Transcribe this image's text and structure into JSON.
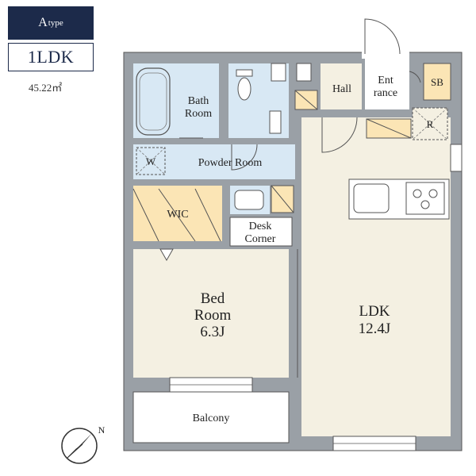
{
  "header": {
    "type_letter": "A",
    "type_word": "type",
    "layout": "1LDK",
    "area": "45.22㎡"
  },
  "rooms": {
    "bath_line1": "Bath",
    "bath_line2": "Room",
    "hall": "Hall",
    "entrance_line1": "Ent",
    "entrance_line2": "rance",
    "shoe_box": "SB",
    "refrigerator": "R",
    "washer": "W",
    "powder_room": "Powder Room",
    "wic": "WIC",
    "desk_line1": "Desk",
    "desk_line2": "Corner",
    "bed_line1": "Bed",
    "bed_line2": "Room",
    "bed_size": "6.3J",
    "ldk": "LDK",
    "ldk_size": "12.4J",
    "balcony": "Balcony"
  },
  "compass": {
    "north": "N"
  },
  "colors": {
    "wall": "#9aa0a6",
    "wall_edge": "#555555",
    "floor_ldk": "#f4f0e2",
    "floor_wet": "#d8e8f4",
    "floor_storage": "#fbe5b5",
    "brand": "#1c2a4a"
  }
}
